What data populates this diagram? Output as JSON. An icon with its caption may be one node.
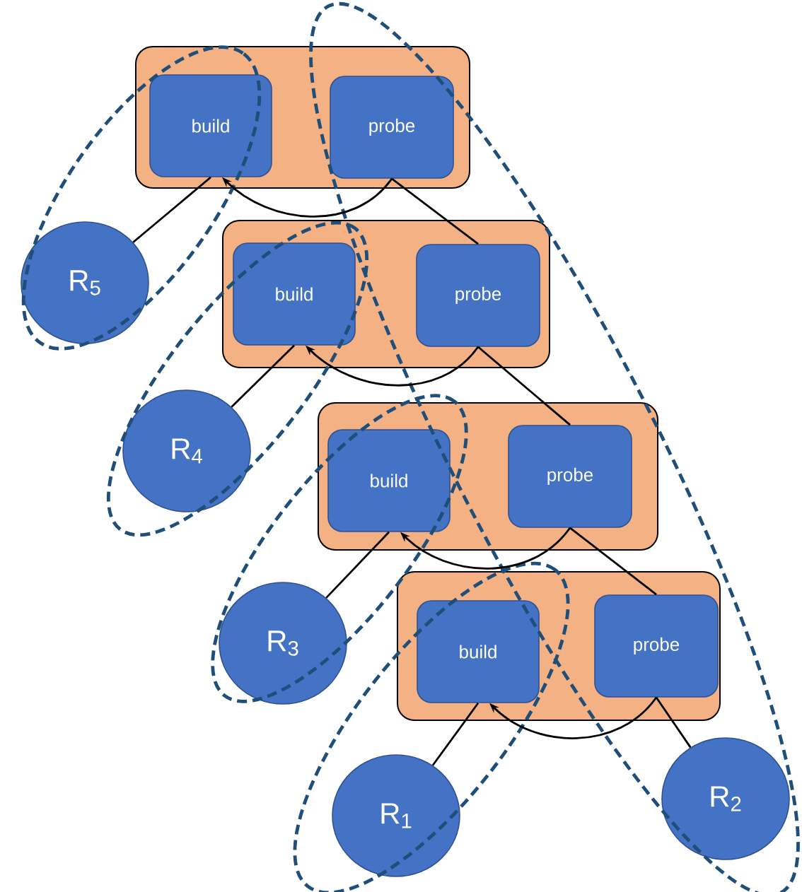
{
  "diagram": {
    "nodes": [
      {
        "text": [],
        "shape": "box"
      },
      {
        "text": [
          "build"
        ],
        "in": 0
      },
      {
        "text": [
          "probe"
        ],
        "in": 0
      },
      {
        "text": [
          "R$_{5}$"
        ]
      },
      {
        "text": [],
        "shape": "box"
      },
      {
        "text": [
          "build"
        ],
        "in": 4
      },
      {
        "text": [
          "probe"
        ],
        "in": 4
      },
      {
        "text": [
          "R$_{4}$"
        ]
      },
      {
        "text": [],
        "shape": "box"
      },
      {
        "text": [
          "build"
        ],
        "in": 8
      },
      {
        "text": [
          "probe"
        ],
        "in": 8
      },
      {
        "text": [
          "R$_{3}$"
        ]
      },
      {
        "text": [],
        "shape": "box"
      },
      {
        "text": [
          "build"
        ],
        "in": 12
      },
      {
        "text": [
          "probe"
        ],
        "in": 12
      },
      {
        "text": [
          "R$_{1}$"
        ]
      },
      {
        "text": [
          "R$_{2}$"
        ]
      }
    ],
    "edges": [
      {
        "from": 3,
        "to": 1,
        "arrow": "none"
      },
      {
        "from": 2,
        "to": 1,
        "arrow": "to"
      },
      {
        "from": 2,
        "to": 6,
        "arrow": "none"
      },
      {
        "from": 7,
        "to": 5,
        "arrow": "none"
      },
      {
        "from": 6,
        "to": 5,
        "arrow": "to"
      },
      {
        "from": 6,
        "to": 10,
        "arrow": "none"
      },
      {
        "from": 11,
        "to": 9,
        "arrow": "none"
      },
      {
        "from": 10,
        "to": 9,
        "arrow": "to"
      },
      {
        "from": 10,
        "to": 14,
        "arrow": "none"
      },
      {
        "from": 15,
        "to": 13,
        "arrow": "none"
      },
      {
        "from": 14,
        "to": 13,
        "arrow": "to"
      },
      {
        "from": 14,
        "to": 16,
        "arrow": "none"
      }
    ]
  }
}
